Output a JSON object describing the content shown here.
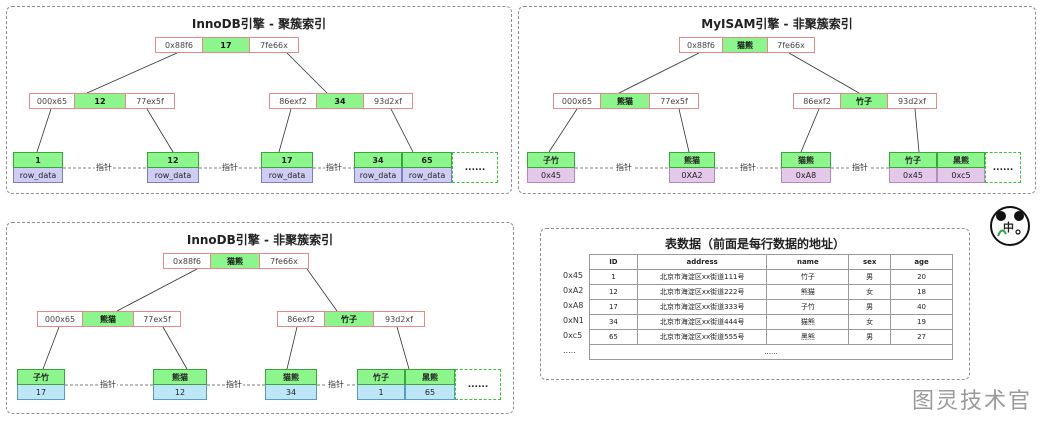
{
  "pointer_label": "指针",
  "ellipsis": "......",
  "panels": {
    "innodb_clustered": {
      "title": "InnoDB引擎 - 聚簇索引",
      "root": {
        "left": "0x88f6",
        "key": "17",
        "right": "7fe66x"
      },
      "level2": [
        {
          "left": "000x65",
          "key": "12",
          "right": "77ex5f"
        },
        {
          "left": "86exf2",
          "key": "34",
          "right": "93d2xf"
        }
      ],
      "leaves": [
        {
          "key": "1",
          "val": "row_data"
        },
        {
          "key": "12",
          "val": "row_data"
        },
        {
          "key": "17",
          "val": "row_data"
        },
        {
          "key": "34",
          "val": "row_data"
        },
        {
          "key": "65",
          "val": "row_data"
        }
      ]
    },
    "myisam_nonclustered": {
      "title": "MyISAM引擎 - 非聚簇索引",
      "root": {
        "left": "0x88f6",
        "key": "猫熊",
        "right": "7fe66x"
      },
      "level2": [
        {
          "left": "000x65",
          "key": "熊猫",
          "right": "77ex5f"
        },
        {
          "left": "86exf2",
          "key": "竹子",
          "right": "93d2xf"
        }
      ],
      "leaves": [
        {
          "key": "子竹",
          "val": "0x45"
        },
        {
          "key": "熊猫",
          "val": "0XA2"
        },
        {
          "key": "猫熊",
          "val": "0xA8"
        },
        {
          "key": "竹子",
          "val": "0x45"
        },
        {
          "key": "黑熊",
          "val": "0xc5"
        }
      ]
    },
    "innodb_nonclustered": {
      "title": "InnoDB引擎 - 非聚簇索引",
      "root": {
        "left": "0x88f6",
        "key": "猫熊",
        "right": "7fe66x"
      },
      "level2": [
        {
          "left": "000x65",
          "key": "熊猫",
          "right": "77ex5f"
        },
        {
          "left": "86exf2",
          "key": "竹子",
          "right": "93d2xf"
        }
      ],
      "leaves": [
        {
          "key": "子竹",
          "val": "17"
        },
        {
          "key": "熊猫",
          "val": "12"
        },
        {
          "key": "猫熊",
          "val": "34"
        },
        {
          "key": "竹子",
          "val": "1"
        },
        {
          "key": "黑熊",
          "val": "65"
        }
      ]
    },
    "table": {
      "title": "表数据（前面是每行数据的地址）",
      "headers": [
        "ID",
        "address",
        "name",
        "sex",
        "age"
      ],
      "addresses": [
        "0x45",
        "0xA2",
        "0xA8",
        "0xN1",
        "0xc5",
        "....."
      ],
      "rows": [
        [
          "1",
          "北京市海淀区xx街道111号",
          "竹子",
          "男",
          "20"
        ],
        [
          "12",
          "北京市海淀区xx街道222号",
          "熊猫",
          "女",
          "18"
        ],
        [
          "17",
          "北京市海淀区xx街道333号",
          "子竹",
          "男",
          "40"
        ],
        [
          "34",
          "北京市海淀区xx街道444号",
          "猫熊",
          "女",
          "19"
        ],
        [
          "65",
          "北京市海淀区xx街道555号",
          "黑熊",
          "男",
          "27"
        ]
      ],
      "footer": "......"
    }
  },
  "logo": {
    "center_text": "中",
    "colors": {
      "ring": "#111111",
      "leaf": "#2ea043"
    }
  },
  "watermark": "图灵技术官",
  "colors": {
    "key_green": "#8cf58c",
    "pointer_red": "#e58a8a",
    "row_purple": "#cfcdf4",
    "addr_pink": "#e4c8ea",
    "pk_blue": "#bde6f7"
  }
}
